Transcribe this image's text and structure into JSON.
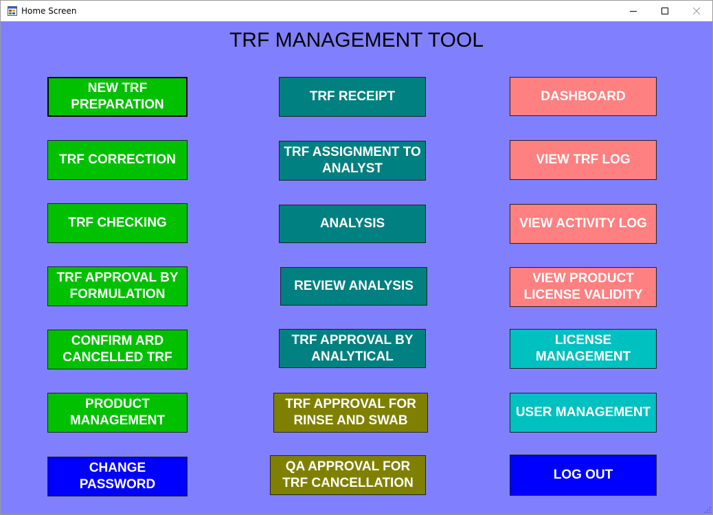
{
  "window": {
    "title": "Home Screen"
  },
  "heading": "TRF MANAGEMENT TOOL",
  "colors": {
    "background": "#8080ff",
    "green": "#00c000",
    "teal": "#008080",
    "salmon": "#ff8080",
    "cyan": "#00c0c0",
    "blue": "#0000ff",
    "olive": "#808000"
  },
  "buttons": {
    "new_trf_preparation": "NEW TRF PREPARATION",
    "trf_correction": "TRF CORRECTION",
    "trf_checking": "TRF CHECKING",
    "trf_approval_by_formulation": "TRF APPROVAL BY FORMULATION",
    "confirm_ard_cancelled_trf": "CONFIRM ARD CANCELLED TRF",
    "product_management": "PRODUCT MANAGEMENT",
    "change_password": "CHANGE PASSWORD",
    "trf_receipt": "TRF RECEIPT",
    "trf_assignment_to_analyst": "TRF ASSIGNMENT TO ANALYST",
    "analysis": "ANALYSIS",
    "review_analysis": "REVIEW ANALYSIS",
    "trf_approval_by_analytical": "TRF APPROVAL BY ANALYTICAL",
    "trf_approval_for_rinse_and_swab": "TRF APPROVAL FOR RINSE AND SWAB",
    "qa_approval_for_trf_cancellation": "QA APPROVAL FOR TRF CANCELLATION",
    "dashboard": "DASHBOARD",
    "view_trf_log": "VIEW TRF LOG",
    "view_activity_log": "VIEW ACTIVITY LOG",
    "view_product_license_validity": "VIEW PRODUCT LICENSE VALIDITY",
    "license_management": "LICENSE MANAGEMENT",
    "user_management": "USER MANAGEMENT",
    "log_out": "LOG OUT"
  }
}
